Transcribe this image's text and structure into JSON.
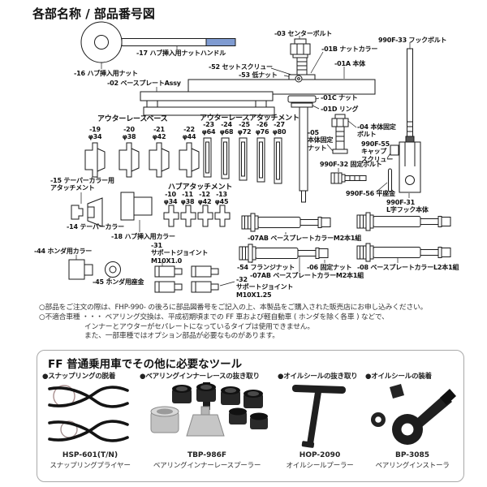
{
  "title": "各部名称 / 部品番号図",
  "colors": {
    "handle_blue": "#7f9bd1",
    "line": "#1a1a1a",
    "panel_border": "#a9a9a9"
  },
  "diagram": {
    "headers": {
      "outer_race_base": "アウターレースベース",
      "outer_race_attachment": "アウターレースアタッチメント",
      "hub_attachment": "ハブアタッチメント"
    },
    "labels": {
      "p16": "-16 ハブ挿入用ナット",
      "p17": "-17 ハブ挿入用ナットハンドル",
      "p03": "-03 センターボルト",
      "f33": "990F-33 フックボルト",
      "p01b": "-01B ナットカラー",
      "p01a": "-01A 本体",
      "p52": "-52 セットスクリュー",
      "p53": "-53 低ナット",
      "p02": "-02 ベースプレートAssy",
      "p01c": "-01C ナット",
      "p01d": "-01D リング",
      "p19": "-19\nφ34",
      "p20": "-20\nφ38",
      "p21": "-21\nφ42",
      "p22": "-22\nφ44",
      "p23": "-23\nφ64",
      "p24": "-24\nφ68",
      "p25": "-25\nφ72",
      "p26": "-26\nφ76",
      "p27": "-27\nφ80",
      "p05": "-05\n本体固定\nナット",
      "p04": "-04 本体固定\nボルト",
      "f55": "990F-55\nキャップ\nスクリュー",
      "f32": "990F-32 固定ボルト",
      "f56": "990F-56 平座金",
      "f31": "990F-31\nL字フック本体",
      "p15": "-15 テーパーカラー用\nアタッチメント",
      "p14": "-14 テーパーカラー",
      "p18": "-18 ハブ挿入用カラー",
      "p10": "-10\nφ34",
      "p11": "-11\nφ38",
      "p12": "-12\nφ42",
      "p13": "-13\nφ45",
      "p44": "-44 ホンダ用カラー",
      "p45": "-45 ホンダ用座金",
      "p31": "-31\nサポートジョイント\nM10X1.0",
      "p32": "-32\nサポートジョイント\nM10X1.25",
      "p54": "-54 フランジナット",
      "p06": "-06 固定ナット",
      "p07ab_m_1": "-07AB ベースプレートカラーM2本1組",
      "p07ab_m_2": "-07AB ベースプレートカラーM2本1組",
      "p08": "-08 ベースプレートカラーL2本1組"
    }
  },
  "notes": {
    "line1": "○部品をご注文の際は、FHP-990- の後ろに部品図番号をご記入の上、本製品をご購入された販売店にお申し込みください。",
    "line2": "○不適合車種 ・・・ ベアリング交換は、平成初期頃までの FF 車および軽自動車 ( ホンダを除く各車 ) などで、",
    "line3": "インナーとアウターがセパレートになっているタイプは使用できません。",
    "line4": "また、一部車種ではオプション部品が必要なものがあります。"
  },
  "tools_panel": {
    "title": "FF 普通乗用車でその他に必要なツール",
    "tools": [
      {
        "purpose": "●スナップリングの脱着",
        "model": "HSP-601(T/N)",
        "name": "スナップリングプライヤー"
      },
      {
        "purpose": "●ベアリングインナーレースの抜き取り",
        "model": "TBP-986F",
        "name": "ベアリングインナーレースプーラー"
      },
      {
        "purpose": "●オイルシールの抜き取り",
        "model": "HOP-2090",
        "name": "オイルシールプーラー"
      },
      {
        "purpose": "●オイルシールの装着",
        "model": "BP-3085",
        "name": "ベアリングインストーラ"
      }
    ]
  }
}
